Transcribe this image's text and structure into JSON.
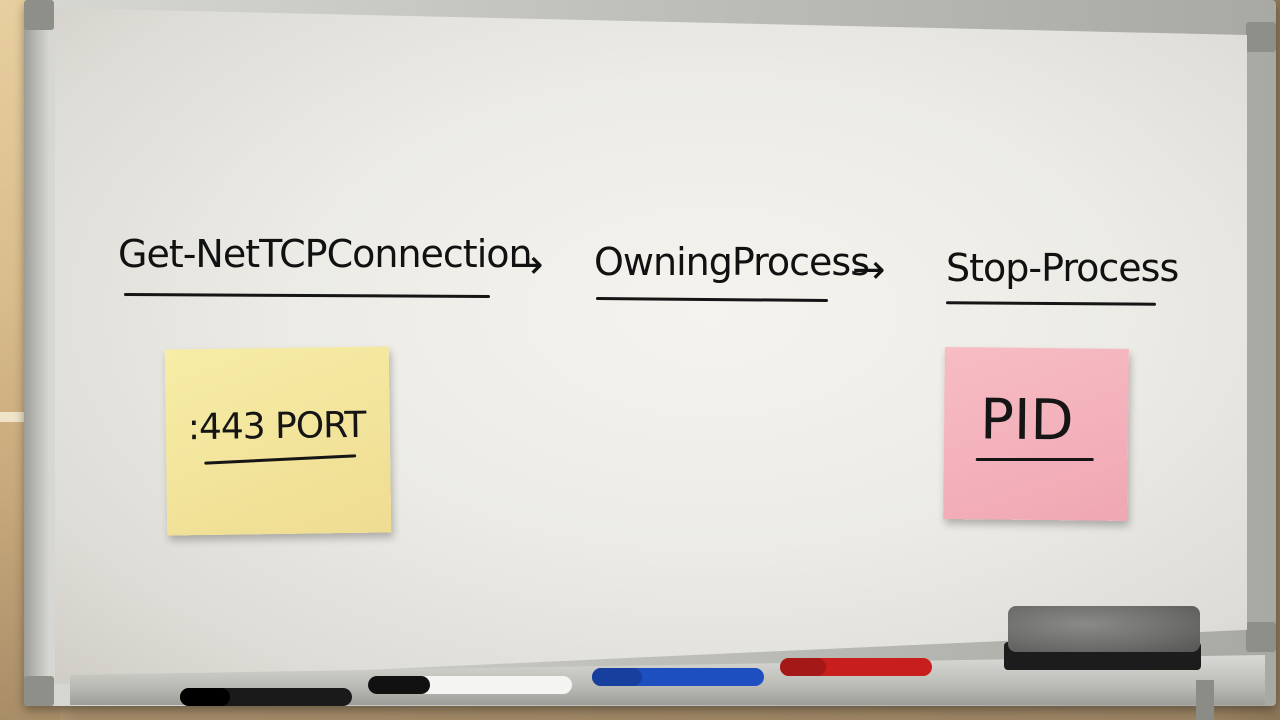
{
  "whiteboard": {
    "steps": [
      {
        "label": "Get-NetTCPConnection"
      },
      {
        "label": "OwningProcess"
      },
      {
        "label": "Stop-Process"
      }
    ],
    "arrows": [
      "→",
      "→"
    ],
    "sticky_notes": [
      {
        "text": ":443 PORT",
        "color": "#f2e39a"
      },
      {
        "text": "PID",
        "color": "#f3b0ba"
      }
    ]
  },
  "markers": [
    {
      "color": "#1a1a1a"
    },
    {
      "color": "#f4f4f2"
    },
    {
      "color": "#1e4fc0"
    },
    {
      "color": "#c81e1e"
    }
  ]
}
